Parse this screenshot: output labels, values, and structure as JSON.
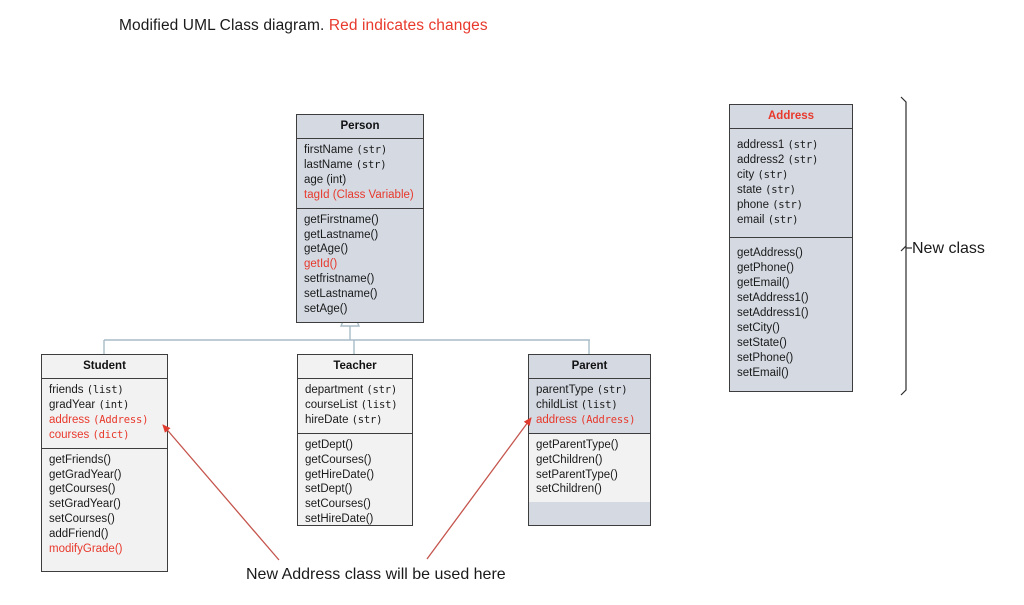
{
  "title": {
    "black": "Modified UML Class diagram.",
    "red": " Red indicates changes"
  },
  "colors": {
    "change_red": "#e8392c",
    "box_tint": "#d4d9e2",
    "box_plain": "#f2f2f2",
    "border": "#3d3d3d",
    "connector": "#a8bcc8"
  },
  "classes": {
    "person": {
      "name": "Person",
      "attributes": [
        {
          "name": "firstName ",
          "type": "(str)",
          "mono": true,
          "red": false
        },
        {
          "name": "lastName ",
          "type": "(str)",
          "mono": true,
          "red": false
        },
        {
          "name": "age ",
          "type": "(int)",
          "mono": false,
          "red": false
        },
        {
          "name": "tagId ",
          "type": "(Class Variable)",
          "mono": false,
          "red": true
        }
      ],
      "methods": [
        {
          "name": "getFirstname()",
          "red": false
        },
        {
          "name": "getLastname()",
          "red": false
        },
        {
          "name": "getAge()",
          "red": false
        },
        {
          "name": "getId()",
          "red": true
        },
        {
          "name": "setfristname()",
          "red": false
        },
        {
          "name": "setLastname()",
          "red": false
        },
        {
          "name": "setAge()",
          "red": false
        }
      ]
    },
    "address": {
      "name": "Address",
      "attributes": [
        {
          "name": "address1 ",
          "type": "(str)",
          "mono": true,
          "red": false
        },
        {
          "name": "address2 ",
          "type": "(str)",
          "mono": true,
          "red": false
        },
        {
          "name": "city ",
          "type": "(str)",
          "mono": true,
          "red": false
        },
        {
          "name": "state ",
          "type": "(str)",
          "mono": true,
          "red": false
        },
        {
          "name": "phone ",
          "type": "(str)",
          "mono": true,
          "red": false
        },
        {
          "name": "email ",
          "type": "(str)",
          "mono": true,
          "red": false
        }
      ],
      "methods": [
        {
          "name": "getAddress()",
          "red": false
        },
        {
          "name": "getPhone()",
          "red": false
        },
        {
          "name": "getEmail()",
          "red": false
        },
        {
          "name": "setAddress1()",
          "red": false
        },
        {
          "name": "setAddress1()",
          "red": false
        },
        {
          "name": "setCity()",
          "red": false
        },
        {
          "name": "setState()",
          "red": false
        },
        {
          "name": "setPhone()",
          "red": false
        },
        {
          "name": "setEmail()",
          "red": false
        }
      ]
    },
    "student": {
      "name": "Student",
      "attributes": [
        {
          "name": "friends ",
          "type": "(list)",
          "mono": true,
          "red": false
        },
        {
          "name": "gradYear ",
          "type": "(int)",
          "mono": true,
          "red": false
        },
        {
          "name": "address ",
          "type": "(Address)",
          "mono": true,
          "red": true
        },
        {
          "name": "courses ",
          "type": "(dict)",
          "mono": true,
          "red": true
        }
      ],
      "methods": [
        {
          "name": "getFriends()",
          "red": false
        },
        {
          "name": "getGradYear()",
          "red": false
        },
        {
          "name": "getCourses()",
          "red": false
        },
        {
          "name": "setGradYear()",
          "red": false
        },
        {
          "name": "setCourses()",
          "red": false
        },
        {
          "name": "addFriend()",
          "red": false
        },
        {
          "name": "modifyGrade()",
          "red": true
        }
      ]
    },
    "teacher": {
      "name": "Teacher",
      "attributes": [
        {
          "name": "department ",
          "type": "(str)",
          "mono": true,
          "red": false
        },
        {
          "name": "courseList ",
          "type": "(list)",
          "mono": true,
          "red": false
        },
        {
          "name": "hireDate ",
          "type": "(str)",
          "mono": true,
          "red": false
        }
      ],
      "methods": [
        {
          "name": "getDept()",
          "red": false
        },
        {
          "name": "getCourses()",
          "red": false
        },
        {
          "name": "getHireDate()",
          "red": false
        },
        {
          "name": "setDept()",
          "red": false
        },
        {
          "name": "setCourses()",
          "red": false
        },
        {
          "name": "setHireDate()",
          "red": false
        }
      ]
    },
    "parent": {
      "name": "Parent",
      "attributes": [
        {
          "name": "parentType ",
          "type": "(str)",
          "mono": true,
          "red": false
        },
        {
          "name": "childList ",
          "type": "(list)",
          "mono": true,
          "red": false
        },
        {
          "name": "address ",
          "type": "(Address)",
          "mono": true,
          "red": true
        }
      ],
      "methods": [
        {
          "name": "getParentType()",
          "red": false
        },
        {
          "name": "getChildren()",
          "red": false
        },
        {
          "name": "setParentType()",
          "red": false
        },
        {
          "name": "setChildren()",
          "red": false
        }
      ]
    }
  },
  "annotations": {
    "bottom_note": "New Address class will be used here",
    "new_class_label": "New class"
  }
}
